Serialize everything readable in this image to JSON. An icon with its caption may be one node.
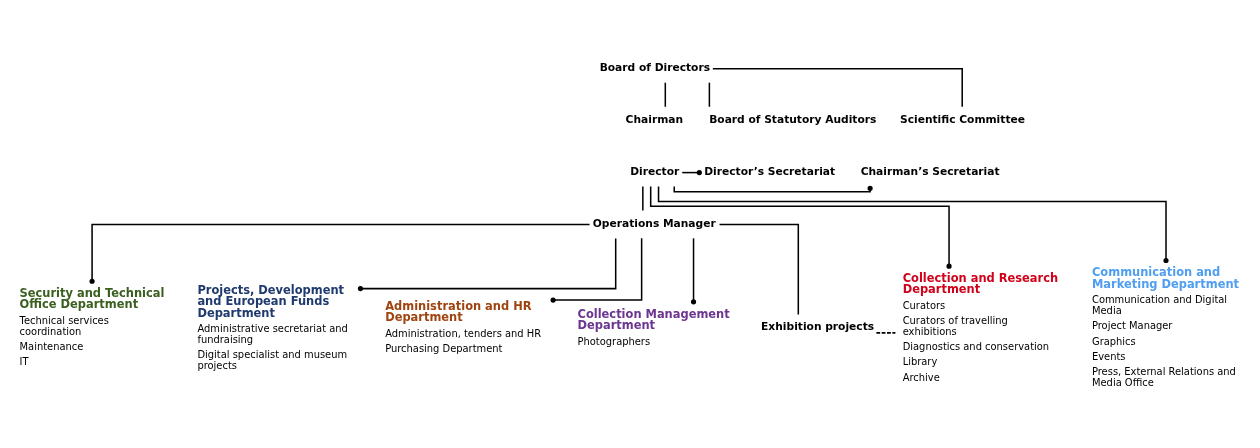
{
  "diagram": {
    "nodes": [
      {
        "text": [
          "Board of Directors"
        ]
      },
      {
        "text": [
          "Chairman"
        ]
      },
      {
        "text": [
          "Board of Statutory Auditors"
        ]
      },
      {
        "text": [
          "Scientific Committee"
        ]
      },
      {
        "text": [
          "Director"
        ]
      },
      {
        "text": [
          "Director’s Secretariat"
        ]
      },
      {
        "text": [
          "Chairman’s Secretariat"
        ]
      },
      {
        "text": [
          "Operations Manager"
        ]
      },
      {
        "text": [
          "Security and Technical Office Department",
          "Technical services coordination",
          "Maintenance",
          "IT"
        ]
      },
      {
        "text": [
          "Projects, Development and European Funds Department",
          "Administrative secretariat and fundraising",
          "Digital specialist and museum projects"
        ]
      },
      {
        "text": [
          "Administration and HR Department",
          "Administration, tenders and HR",
          "Purchasing Department"
        ]
      },
      {
        "text": [
          "Collection Management Department",
          "Photographers"
        ]
      },
      {
        "text": [
          "Exhibition projects"
        ]
      },
      {
        "text": [
          "Collection and Research Department",
          "Curators",
          "Curators of travelling exhibitions",
          "Diagnostics and conservation",
          "Library",
          "Archive"
        ]
      },
      {
        "text": [
          "Communication and Marketing Department",
          "Communication and Digital Media",
          "Project Manager",
          "Graphics",
          "Events",
          "Press, External Relations and Media Office"
        ]
      }
    ],
    "edges": [
      {
        "from": 0,
        "to": 1,
        "arrow": "none"
      },
      {
        "from": 0,
        "to": 2,
        "arrow": "none"
      },
      {
        "from": 0,
        "to": 3,
        "arrow": "none"
      },
      {
        "from": 4,
        "to": 5,
        "arrow": "other"
      },
      {
        "from": 4,
        "to": 6,
        "arrow": "other"
      },
      {
        "from": 4,
        "to": 7,
        "arrow": "none"
      },
      {
        "from": 4,
        "to": 13,
        "arrow": "other"
      },
      {
        "from": 4,
        "to": 14,
        "arrow": "other"
      },
      {
        "from": 7,
        "to": 8,
        "arrow": "other"
      },
      {
        "from": 7,
        "to": 9,
        "arrow": "other"
      },
      {
        "from": 7,
        "to": 10,
        "arrow": "other"
      },
      {
        "from": 7,
        "to": 11,
        "arrow": "other"
      },
      {
        "from": 7,
        "to": 12,
        "arrow": "none"
      },
      {
        "from": 12,
        "to": 13,
        "arrow": "none",
        "style": "dashed"
      }
    ]
  }
}
